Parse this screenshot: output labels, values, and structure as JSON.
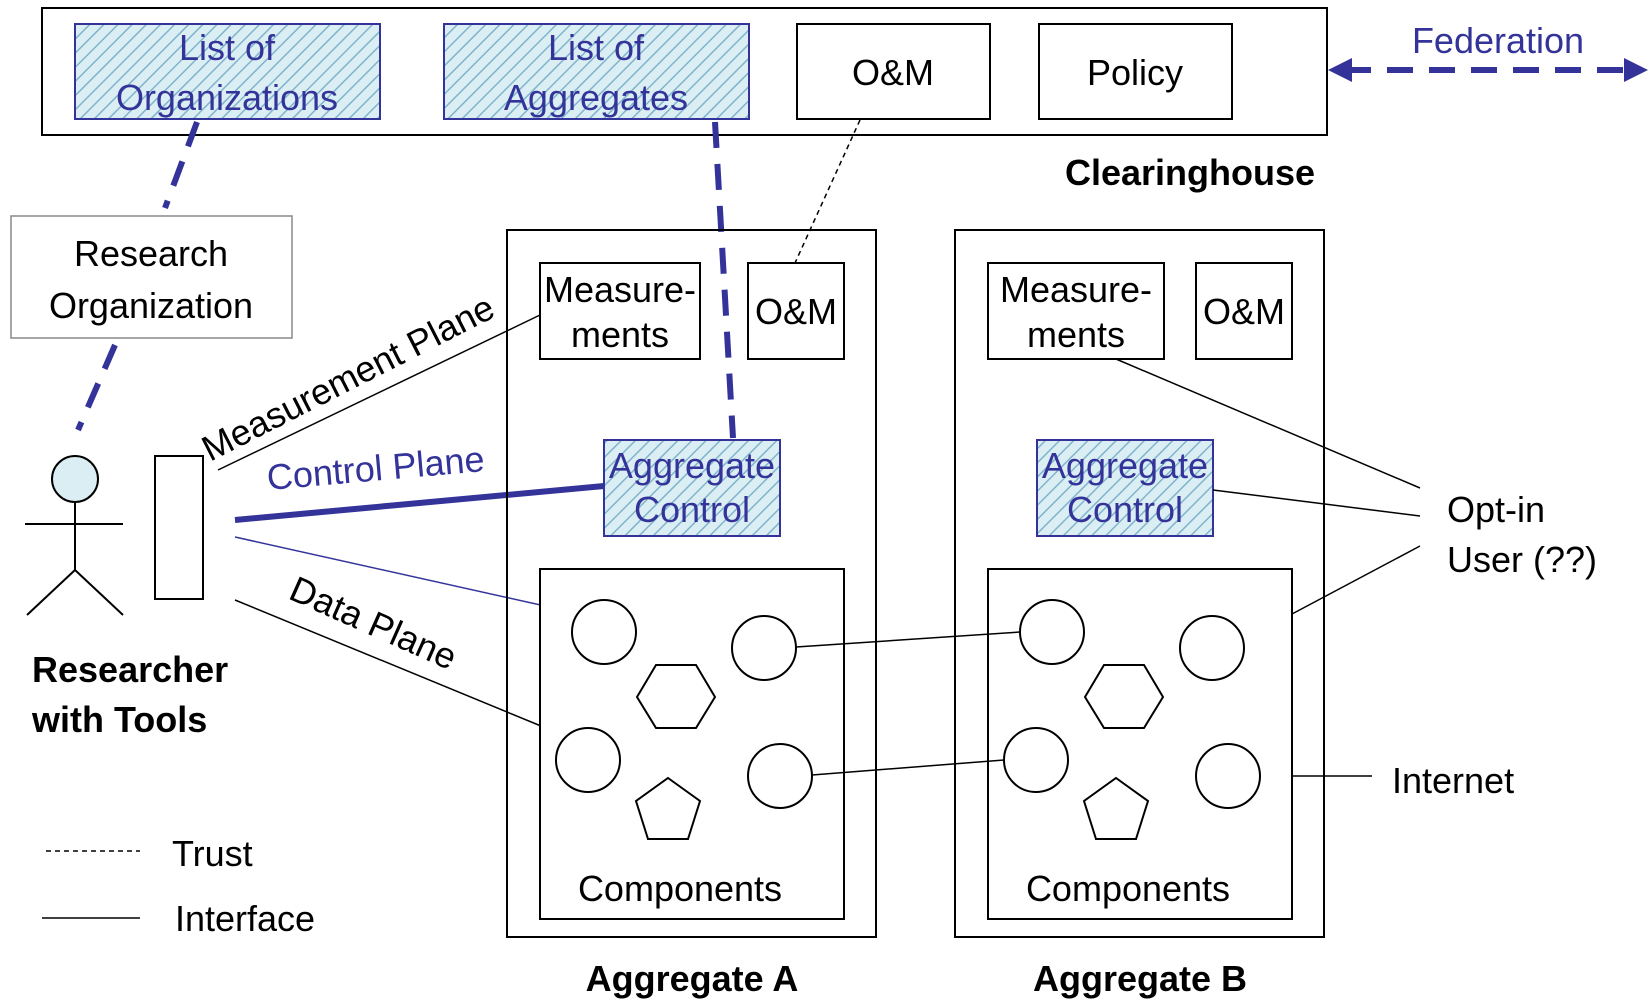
{
  "colors": {
    "blue": "#33339a",
    "hatch_fill": "#dbeef3",
    "hatch_stroke": "#7fb4cc",
    "person_head": "#dbeef3"
  },
  "clearinghouse": {
    "label": "Clearinghouse",
    "list_orgs": [
      "List of",
      "Organizations"
    ],
    "list_aggs": [
      "List of",
      "Aggregates"
    ],
    "om": "O&M",
    "policy": "Policy",
    "federation": "Federation"
  },
  "research_org": [
    "Research",
    "Organization"
  ],
  "researcher": [
    "Researcher",
    "with Tools"
  ],
  "planes": {
    "measurement": "Measurement Plane",
    "control": "Control Plane",
    "data": "Data Plane"
  },
  "aggregate_a": {
    "label": "Aggregate A",
    "measurements": [
      "Measure-",
      "ments"
    ],
    "om": "O&M",
    "control": [
      "Aggregate",
      "Control"
    ],
    "components": "Components"
  },
  "aggregate_b": {
    "label": "Aggregate B",
    "measurements": [
      "Measure-",
      "ments"
    ],
    "om": "O&M",
    "control": [
      "Aggregate",
      "Control"
    ],
    "components": "Components"
  },
  "opt_in": [
    "Opt-in",
    "User (??)"
  ],
  "internet": "Internet",
  "legend": {
    "trust": "Trust",
    "interface": "Interface"
  }
}
